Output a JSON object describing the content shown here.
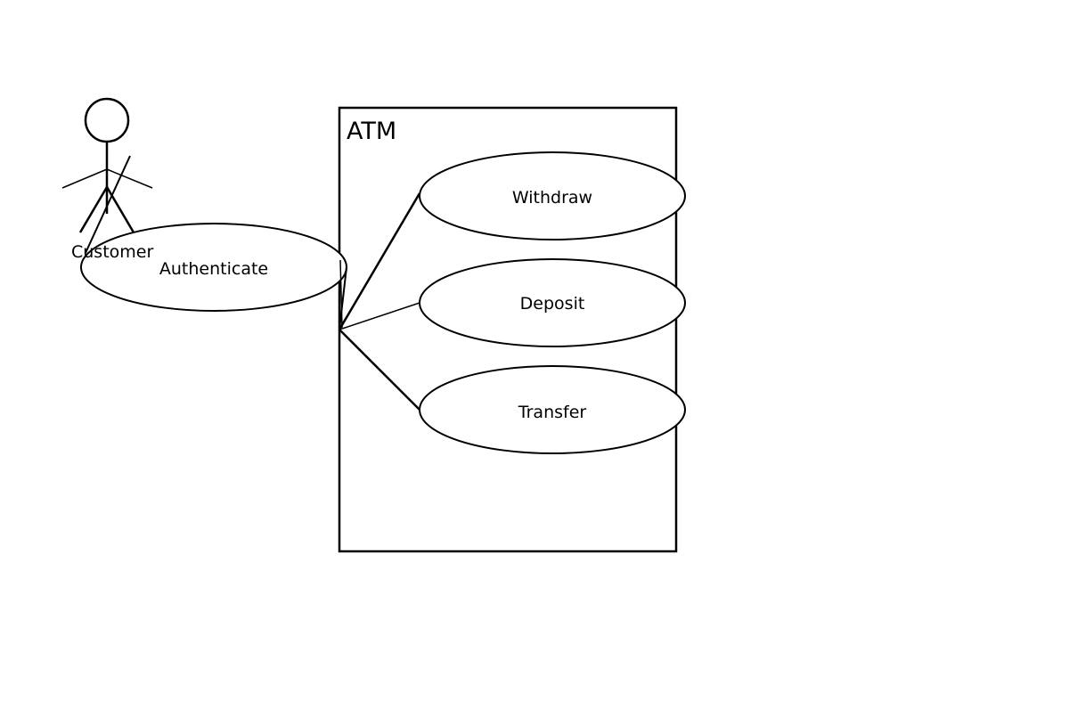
{
  "diagram": {
    "system": {
      "name": "ATM"
    },
    "actor": {
      "name": "Customer"
    },
    "use_cases": {
      "authenticate": "Authenticate",
      "withdraw": "Withdraw",
      "deposit": "Deposit",
      "transfer": "Transfer"
    },
    "colors": {
      "stroke": "#000000",
      "background": "#ffffff"
    }
  }
}
